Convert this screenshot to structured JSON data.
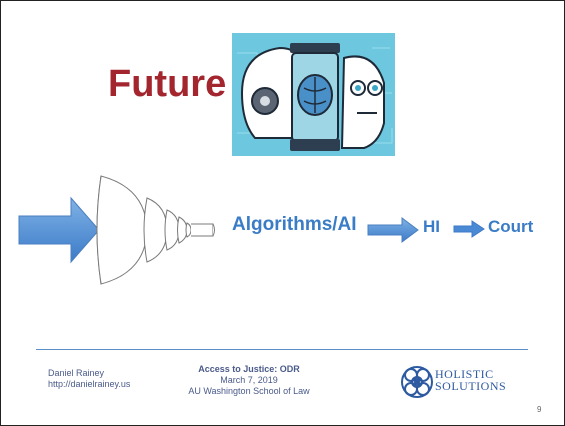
{
  "slide": {
    "title": "Future",
    "flow": {
      "algorithms_label": "Algorithms/AI",
      "hi_label": "HI",
      "court_label": "Court"
    },
    "footer": {
      "author": "Daniel Rainey",
      "website": "http://danielrainey.us",
      "event_title": "Access to Justice:  ODR",
      "event_date": "March 7, 2019",
      "event_venue": "AU Washington School of Law",
      "logo_line1": "HOLISTIC",
      "logo_line2": "SOLUTIONS"
    },
    "page_number": "9"
  },
  "colors": {
    "title": "#a3262f",
    "accent_blue": "#3a7cc6",
    "footer_rule": "#5b8fc7"
  },
  "icons": [
    "ai-robot-brain-illustration-icon",
    "funnel-icon",
    "right-arrow-icon",
    "holistic-solutions-logo-icon"
  ]
}
